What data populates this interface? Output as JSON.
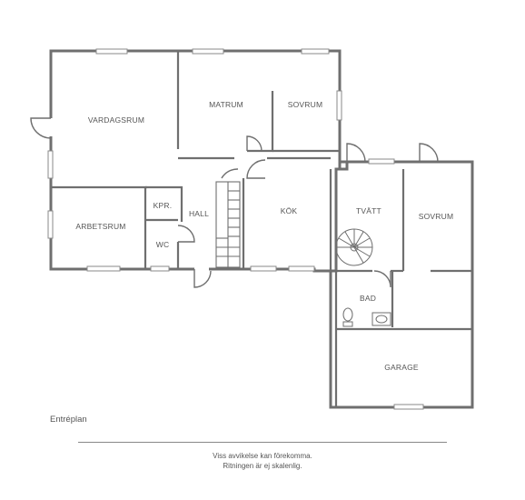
{
  "rooms": {
    "vardagsrum": "VARDAGSRUM",
    "matrum": "MATRUM",
    "sovrum_1": "SOVRUM",
    "arbetsrum": "ARBETSRUM",
    "kpr": "KPR.",
    "wc": "WC",
    "hall": "HALL",
    "kok": "KÖK",
    "tvatt": "TVÄTT",
    "sovrum_2": "SOVRUM",
    "bad": "BAD",
    "garage": "GARAGE"
  },
  "floor_name": "Entréplan",
  "disclaimer": {
    "line1": "Viss avvikelse kan förekomma.",
    "line2": "Ritningen är ej skalenlig."
  },
  "colors": {
    "wall": "#6f6f6f",
    "window": "#8a8a8a",
    "text": "#555555"
  }
}
